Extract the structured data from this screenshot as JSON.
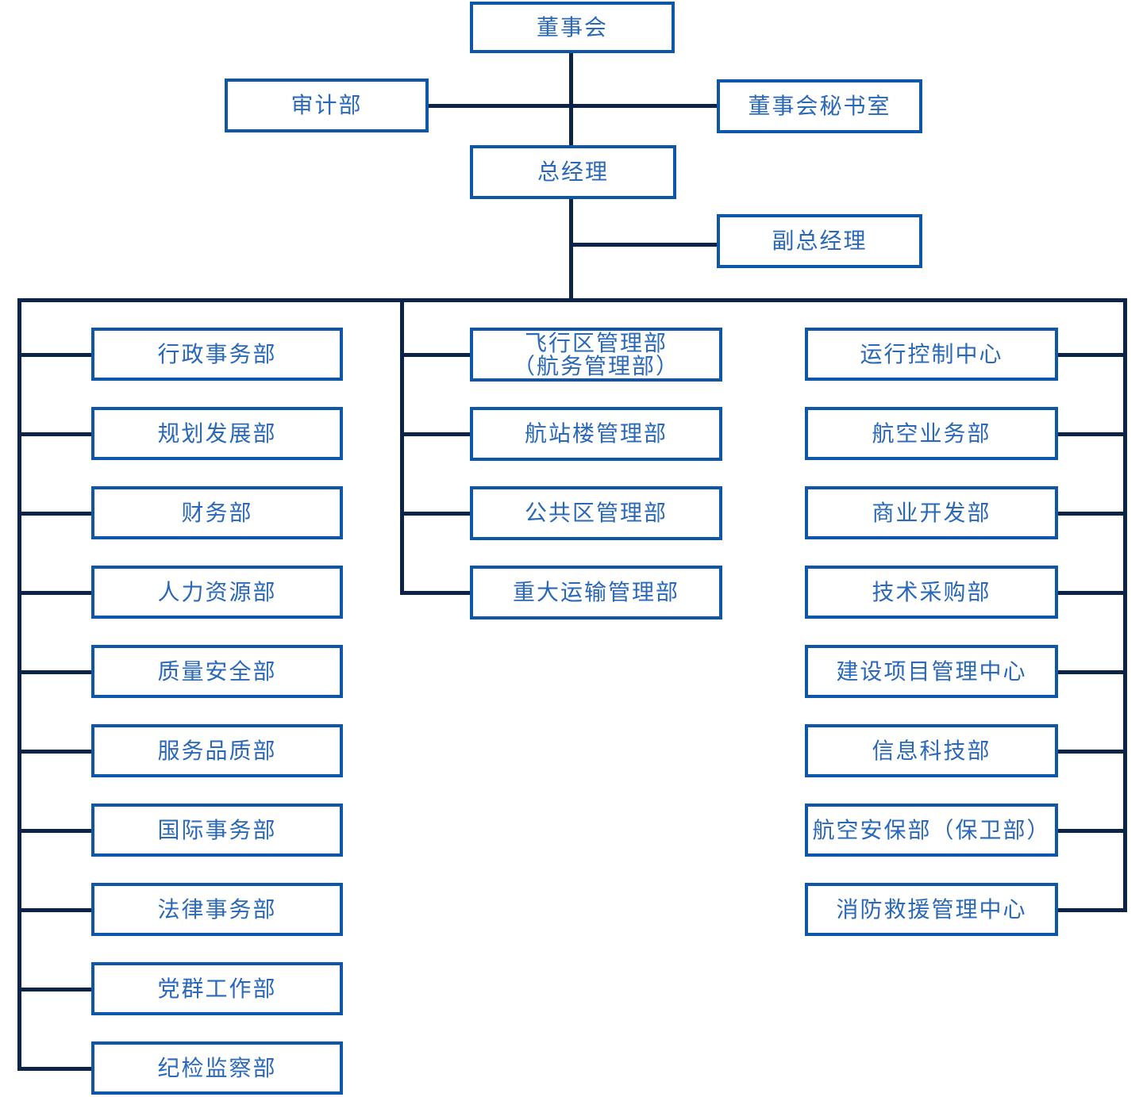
{
  "colors": {
    "box_border": "#0e57a8",
    "connector_line": "#0d2449",
    "label_text": "#2a68b8",
    "box_background": "#ffffff",
    "page_background": "#ffffff"
  },
  "org_chart": {
    "top": {
      "board": {
        "label": "董事会"
      },
      "audit": {
        "label": "审计部"
      },
      "secretariat": {
        "label": "董事会秘书室"
      },
      "general_manager": {
        "label": "总经理"
      },
      "deputy_general_manager": {
        "label": "副总经理"
      }
    },
    "columns": {
      "left": {
        "items": [
          "行政事务部",
          "规划发展部",
          "财务部",
          "人力资源部",
          "质量安全部",
          "服务品质部",
          "国际事务部",
          "法律事务部",
          "党群工作部",
          "纪检监察部"
        ]
      },
      "middle": {
        "items": [
          "飞行区管理部\n（航务管理部）",
          "航站楼管理部",
          "公共区管理部",
          "重大运输管理部"
        ]
      },
      "right": {
        "items": [
          "运行控制中心",
          "航空业务部",
          "商业开发部",
          "技术采购部",
          "建设项目管理中心",
          "信息科技部",
          "航空安保部（保卫部）",
          "消防救援管理中心"
        ]
      }
    }
  }
}
